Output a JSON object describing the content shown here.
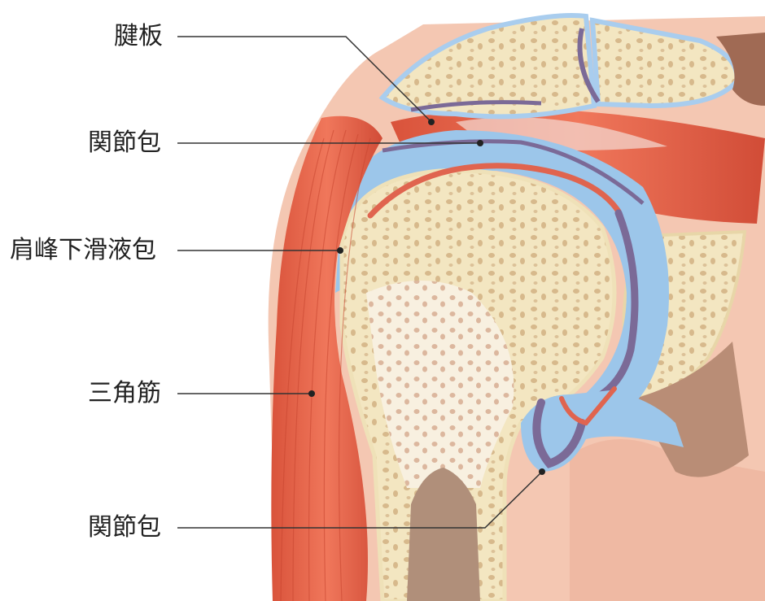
{
  "labels": {
    "tendon_plate": "腱板",
    "joint_capsule_top": "関節包",
    "subacromial_bursa": "肩峰下滑液包",
    "deltoid": "三角筋",
    "joint_capsule_bottom": "関節包"
  },
  "colors": {
    "skin": "#f4c7b2",
    "muscle": "#e9684d",
    "bone": "#f3e6c1",
    "bursa": "#9cc6ea",
    "capsule": "#7b6a97",
    "cartilage": "#e0644f",
    "marrow": "#b08f7a"
  }
}
